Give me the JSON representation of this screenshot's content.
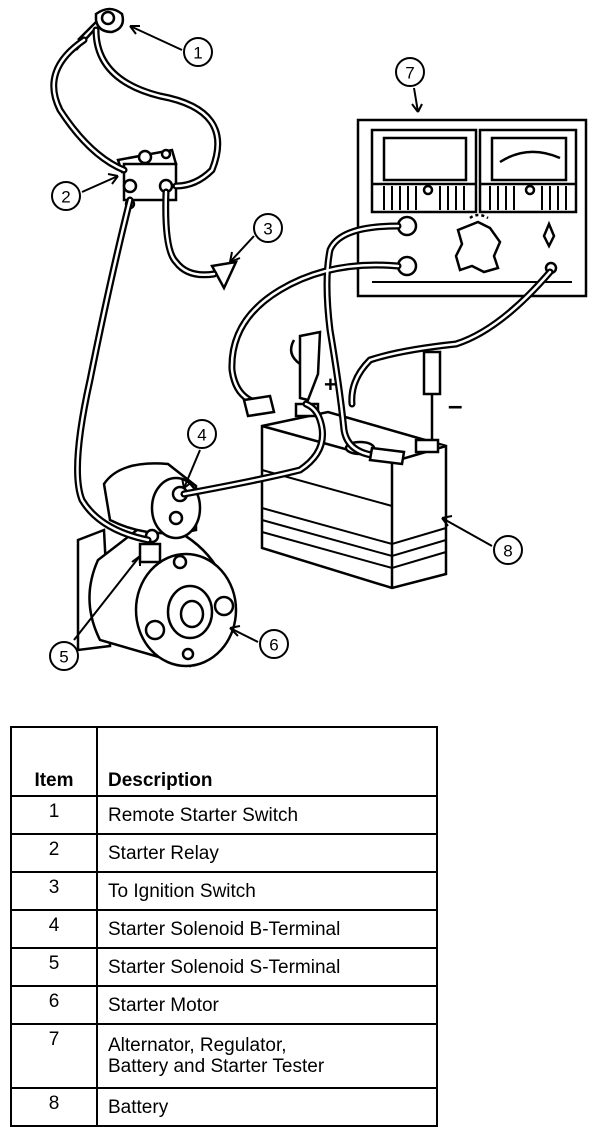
{
  "diagram": {
    "callouts": [
      "1",
      "2",
      "3",
      "4",
      "5",
      "6",
      "7",
      "8"
    ],
    "polarity": {
      "positive": "+",
      "negative": "–"
    }
  },
  "legend": {
    "headers": {
      "item": "Item",
      "description": "Description"
    },
    "rows": [
      {
        "item": "1",
        "lines": [
          "Remote Starter Switch"
        ]
      },
      {
        "item": "2",
        "lines": [
          "Starter Relay"
        ]
      },
      {
        "item": "3",
        "lines": [
          "To Ignition Switch"
        ]
      },
      {
        "item": "4",
        "lines": [
          "Starter Solenoid B-Terminal"
        ]
      },
      {
        "item": "5",
        "lines": [
          "Starter Solenoid S-Terminal"
        ]
      },
      {
        "item": "6",
        "lines": [
          "Starter Motor"
        ]
      },
      {
        "item": "7",
        "lines": [
          "Alternator, Regulator,",
          "Battery and Starter Tester"
        ]
      },
      {
        "item": "8",
        "lines": [
          "Battery"
        ]
      }
    ]
  }
}
